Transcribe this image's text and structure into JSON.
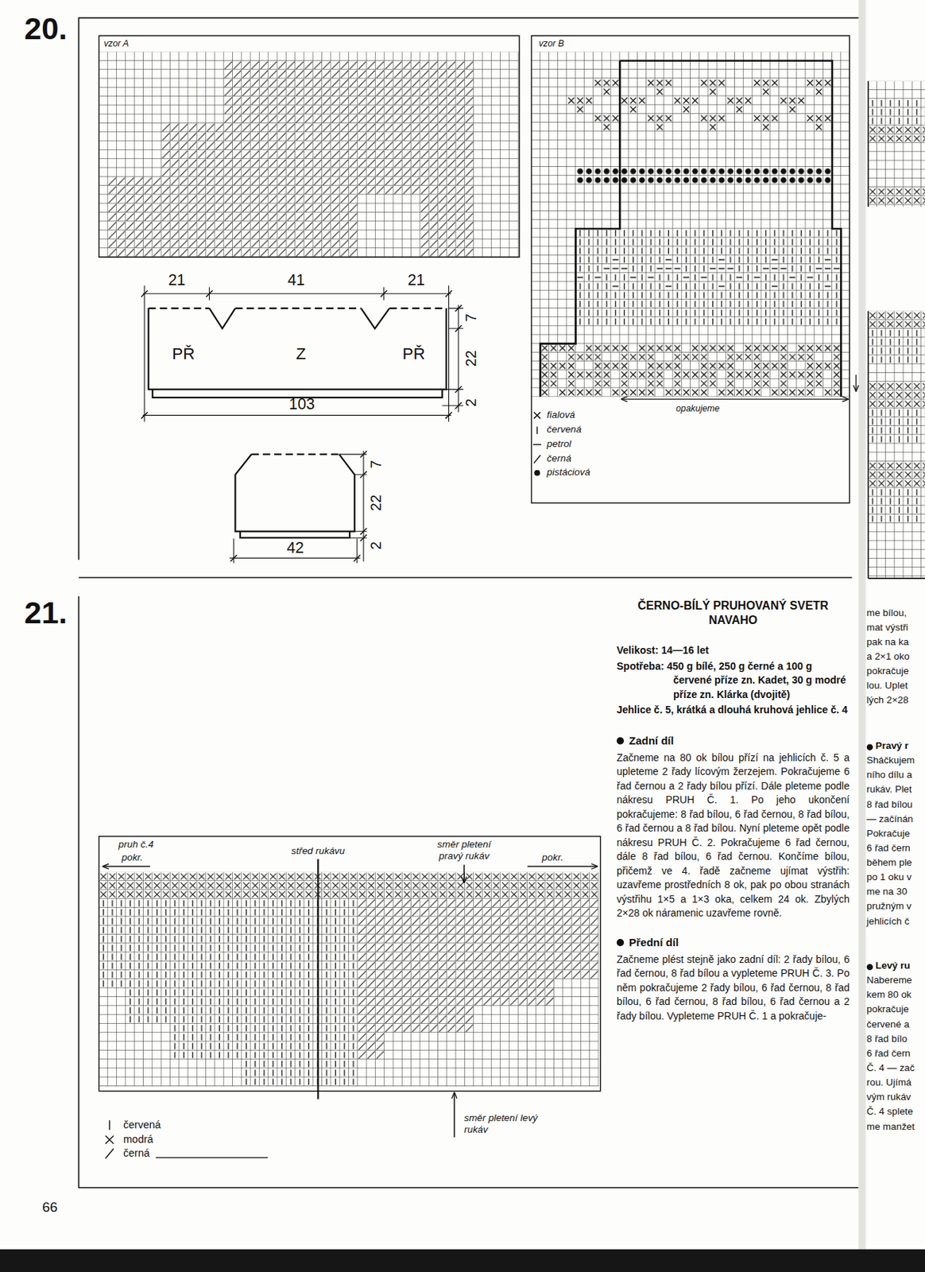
{
  "diagram": {
    "title": "ČERNO-BÍLÝ PRUHOVANÝ SVETR NAVAHO",
    "labels": [
      "20.",
      "21.",
      "vzor A",
      "vzor B",
      "21",
      "41",
      "21",
      "7",
      "22",
      "2",
      "PŘ",
      "Z",
      "PŘ",
      "103",
      "7",
      "22",
      "2",
      "42",
      "opakujeme",
      "pruh č.4",
      "pokr.",
      "střed rukávu",
      "směr pletení pravý rukáv",
      "pokr.",
      "směr pletení levý rukáv",
      "66",
      "Velikost: 14—16 let",
      "Spotřeba: 450 g bílé, 250 g černé a 100 g červené příze zn. Kadet, 30 g modré příze zn. Klárka (dvojitě)",
      "Jehlice č. 5, krátká a dlouhá kruhová jehlice č. 4",
      "Zadní díl",
      "Začneme na 80 ok bílou přízí na jehlicích č. 5 a upleteme 2 řady lícovým žerzejem. Pokračujeme 6 řad černou a 2 řady bílou přízí. Dále pleteme podle nákresu PRUH Č. 1. Po jeho ukončení pokračujeme: 8 řad bílou, 6 řad černou, 8 řad bílou, 6 řad černou a 8 řad bílou. Nyní pleteme opět podle nákresu PRUH Č. 2. Pokračujeme 6 řad černou, dále 8 řad bílou, 6 řad černou. Končíme bílou, přičemž ve 4. řadě začneme ujímat výstřih: uzavřeme prostředních 8 ok, pak po obou stranách výstřihu 1×5 a 1×3 oka, celkem 24 ok. Zbylých 2×28 ok náramenic uzavřeme rovně.",
      "Přední díl",
      "Začneme plést stejně jako zadní díl: 2 řady bílou, 6 řad černou, 8 řad bílou a vypleteme PRUH Č. 3. Po něm pokračujeme 2 řady bílou, 6 řad černou, 8 řad bílou, 6 řad černou, 8 řad bílou, 6 řad černou a 2 řady bílou. Vypleteme PRUH Č. 1 a pokračuje-",
      "me bílou,",
      "mat výstři",
      "pak na ka",
      "a 2×1 oko",
      "pokračuje",
      "lou. Uplet",
      "lých 2×28",
      "Pravý r",
      "Sháčkujem",
      "ního dílu a",
      "rukáv. Plet",
      "8 řad bílou",
      "— začínán",
      "Pokračuje",
      "6 řad čern",
      "během ple",
      "po 1 oku v",
      "me na 30",
      "pružným v",
      "jehlicích č",
      "Levý ru",
      "Nabereme",
      "kem 80 ok",
      "pokračuje",
      "červené a",
      "8 řad bílo",
      "6 řad čern",
      "Č. 4 — zač",
      "rou. Ujímá",
      "vým rukáv",
      "Č. 4 splete",
      "me manžet"
    ],
    "legend": [
      {
        "text": "fialová"
      },
      {
        "text": "červená"
      },
      {
        "text": "petrol"
      },
      {
        "text": "černá"
      },
      {
        "text": "pistáciová"
      },
      {
        "text": "červená"
      },
      {
        "text": "modrá"
      },
      {
        "text": "černá"
      }
    ]
  }
}
